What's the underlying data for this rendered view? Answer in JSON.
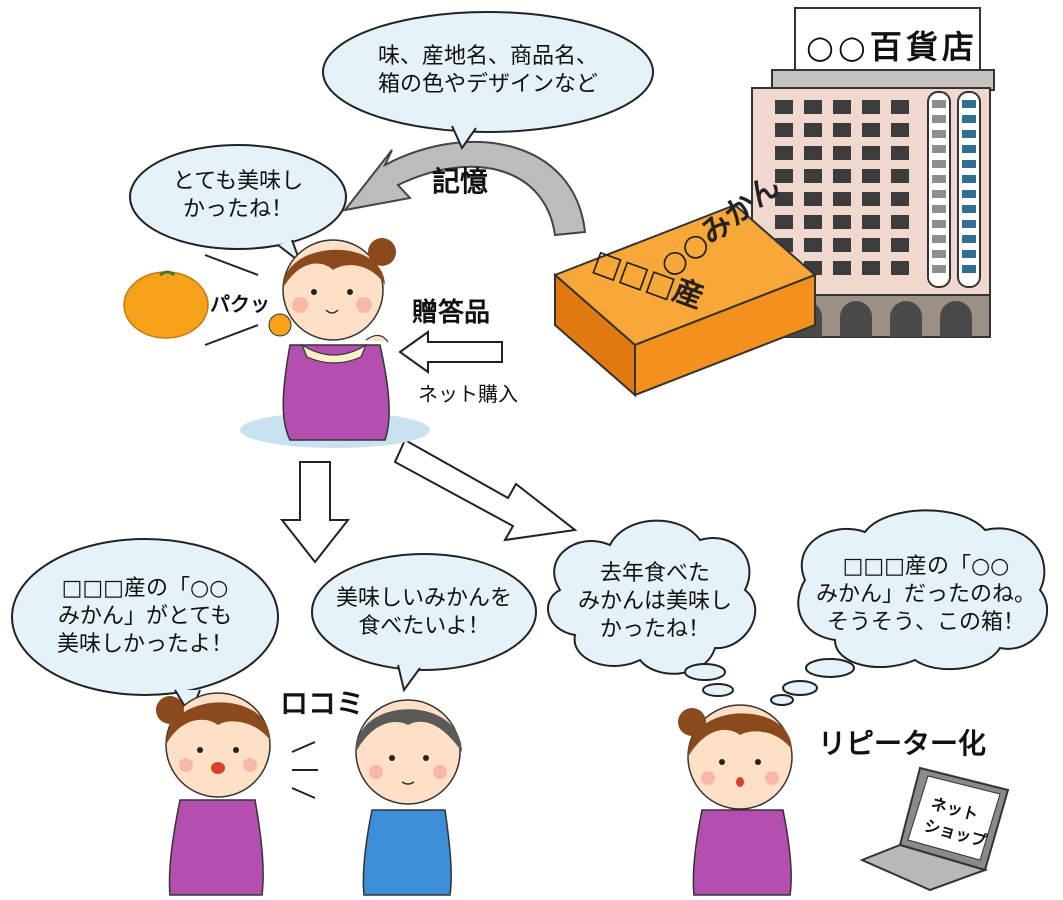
{
  "bubbles": {
    "memory_top": {
      "line1": "味、産地名、商品名、",
      "line2": "箱の色やデザインなど"
    },
    "delicious": {
      "line1": "とても美味し",
      "line2": "かったね！"
    },
    "word_of_mouth": {
      "line1": "□□□産の「○○",
      "line2": "みかん」がとても",
      "line3": "美味しかったよ！"
    },
    "want_eat": {
      "line1": "美味しいみかんを",
      "line2": "食べたいよ！"
    },
    "last_year": {
      "line1": "去年食べた",
      "line2": "みかんは美味し",
      "line3": "かったね！"
    },
    "recall": {
      "line1": "□□□産の「○○",
      "line2": "みかん」だったのね。",
      "line3": "そうそう、この箱！"
    }
  },
  "labels": {
    "memory": "記憶",
    "gift": "贈答品",
    "net_purchase": "ネット購入",
    "paku": "パクッ",
    "kuchikomi": "ロコミ",
    "repeater": "リピーター化",
    "net_shop_line1": "ネット",
    "net_shop_line2": "ショップ"
  },
  "store": {
    "sign": "○○百貨店"
  },
  "box": {
    "line1": "□□□産",
    "line2": "○○みかん"
  },
  "colors": {
    "bubble_fill": "#e6f2fa",
    "skin": "#fde0c5",
    "hair": "#8a4a1e",
    "dress_purple": "#b44fb0",
    "shirt_blue": "#3c8fd6",
    "orange": "#f6a21a",
    "box_orange": "#f4901d",
    "building": "#f0d8cf",
    "arrow_gray": "#bcbcbc"
  }
}
